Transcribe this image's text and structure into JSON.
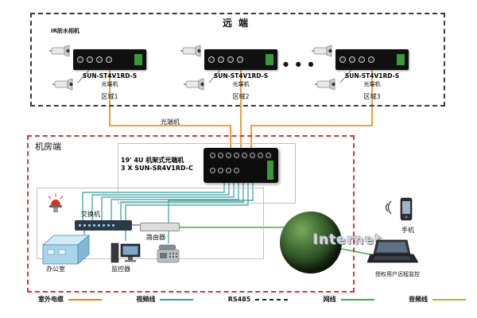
{
  "remote": {
    "title": "远端",
    "camera_label": "IR防水相机",
    "dots": "● ● ●",
    "zones": [
      {
        "model": "SUN-ST4V1RD-S",
        "type": "光端机",
        "region": "区域1"
      },
      {
        "model": "SUN-ST4V1RD-S",
        "type": "光端机",
        "region": "区域2"
      },
      {
        "model": "SUN-ST4V1RD-S",
        "type": "光端机",
        "region": "区域3"
      }
    ]
  },
  "center": {
    "optical_label": "光端机"
  },
  "room": {
    "title": "机房端",
    "rack": {
      "line1": "19' 4U 机架式光端机",
      "line2": "3 X SUN-SR4V1RD-C"
    },
    "switch_label": "交换机",
    "router_label": "路由器",
    "office_label": "办公室",
    "monitor_label": "监控器"
  },
  "internet": {
    "label": "Internet",
    "phone_label": "手机",
    "auth_label": "授权用户远程监控"
  },
  "legend": {
    "items": [
      {
        "label": "室外电缆",
        "color": "#f08300"
      },
      {
        "label": "视频线",
        "color": "#2f9e9e"
      },
      {
        "label": "RS485",
        "color": "#222222"
      },
      {
        "label": "网线",
        "color": "#3cb043"
      },
      {
        "label": "音频线",
        "color": "#b8b820"
      }
    ]
  },
  "colors": {
    "outdoor_cable": "#f08300",
    "video_line": "#2f9e9e",
    "rs485": "#222222",
    "network_line": "#3cb043",
    "audio_line": "#b8b820",
    "room_border": "#e03030"
  }
}
